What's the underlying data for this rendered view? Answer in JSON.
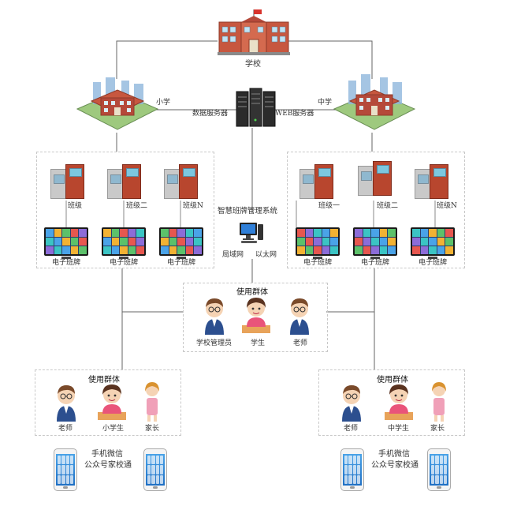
{
  "top": {
    "school_label": "学校"
  },
  "middle_row": {
    "primary_label": "小学",
    "data_server_label": "数据服务器",
    "web_server_label": "WEB服务器",
    "middle_label": "中学"
  },
  "left_cluster": {
    "classes": [
      "班级",
      "班级二",
      "班级N"
    ],
    "boards": [
      "电子班牌",
      "电子班牌",
      "电子班牌"
    ]
  },
  "right_cluster": {
    "classes": [
      "班级一",
      "班级二",
      "班级N"
    ],
    "boards": [
      "电子班牌",
      "电子班牌",
      "电子班牌"
    ]
  },
  "center": {
    "system_label": "智慧班牌管理系统",
    "lan_label": "局域网",
    "ethernet_label": "以太网"
  },
  "center_group": {
    "title": "使用群体",
    "members": [
      "学校管理员",
      "学生",
      "老师"
    ]
  },
  "left_group": {
    "title": "使用群体",
    "members": [
      "老师",
      "小学生",
      "家长"
    ],
    "wechat_label_1": "手机微信",
    "wechat_label_2": "公众号家校通"
  },
  "right_group": {
    "title": "使用群体",
    "members": [
      "老师",
      "中学生",
      "家长"
    ],
    "wechat_label_1": "手机微信",
    "wechat_label_2": "公众号家校通"
  },
  "colors": {
    "line": "#666666",
    "door_red": "#b8462e",
    "brick": "#b5493a",
    "flag": "#d8332c"
  }
}
